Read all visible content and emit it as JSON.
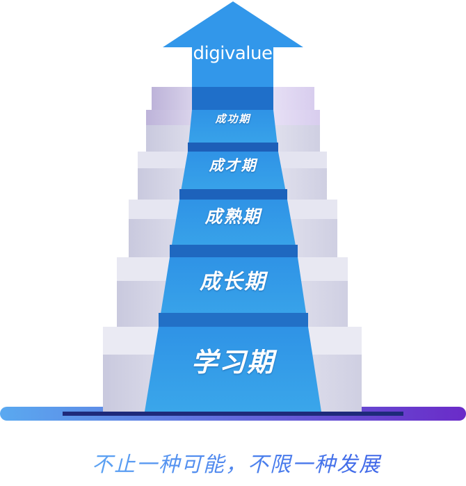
{
  "logo": {
    "text": "digivalue"
  },
  "stages": [
    {
      "label": "学习期"
    },
    {
      "label": "成长期"
    },
    {
      "label": "成熟期"
    },
    {
      "label": "成才期"
    },
    {
      "label": "成功期"
    }
  ],
  "slogan": "不止一种可能，不限一种发展",
  "colors": {
    "arrow": "#3297ea",
    "carpet": "#2a8be0",
    "carpet_dark": "#1d5fb8",
    "base_start": "#5aa9f0",
    "base_end": "#6a2bc8"
  }
}
